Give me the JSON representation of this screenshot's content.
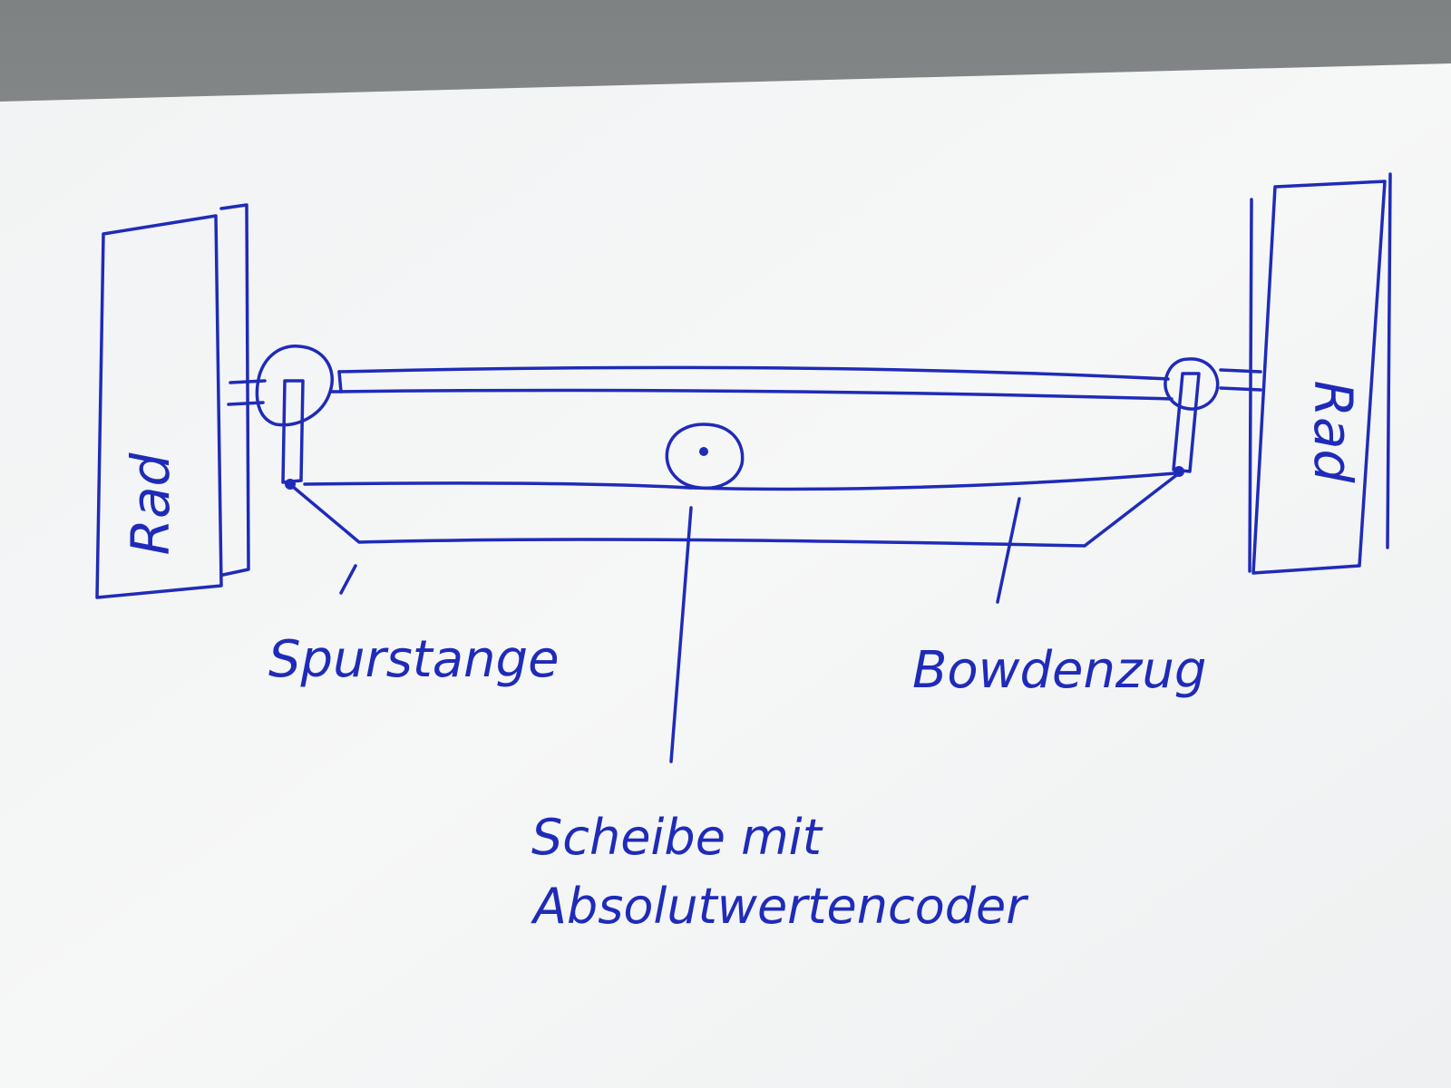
{
  "labels": {
    "wheel_left": "Rad",
    "wheel_right": "Rad",
    "tie_rod": "Spurstange",
    "bowden_cable": "Bowdenzug",
    "disc_line1": "Scheibe mit",
    "disc_line2": "Absolutwertencoder"
  },
  "colors": {
    "ink": "#1f2bb8",
    "paper": "#f4f6f6",
    "background_top": "#8e9192"
  }
}
